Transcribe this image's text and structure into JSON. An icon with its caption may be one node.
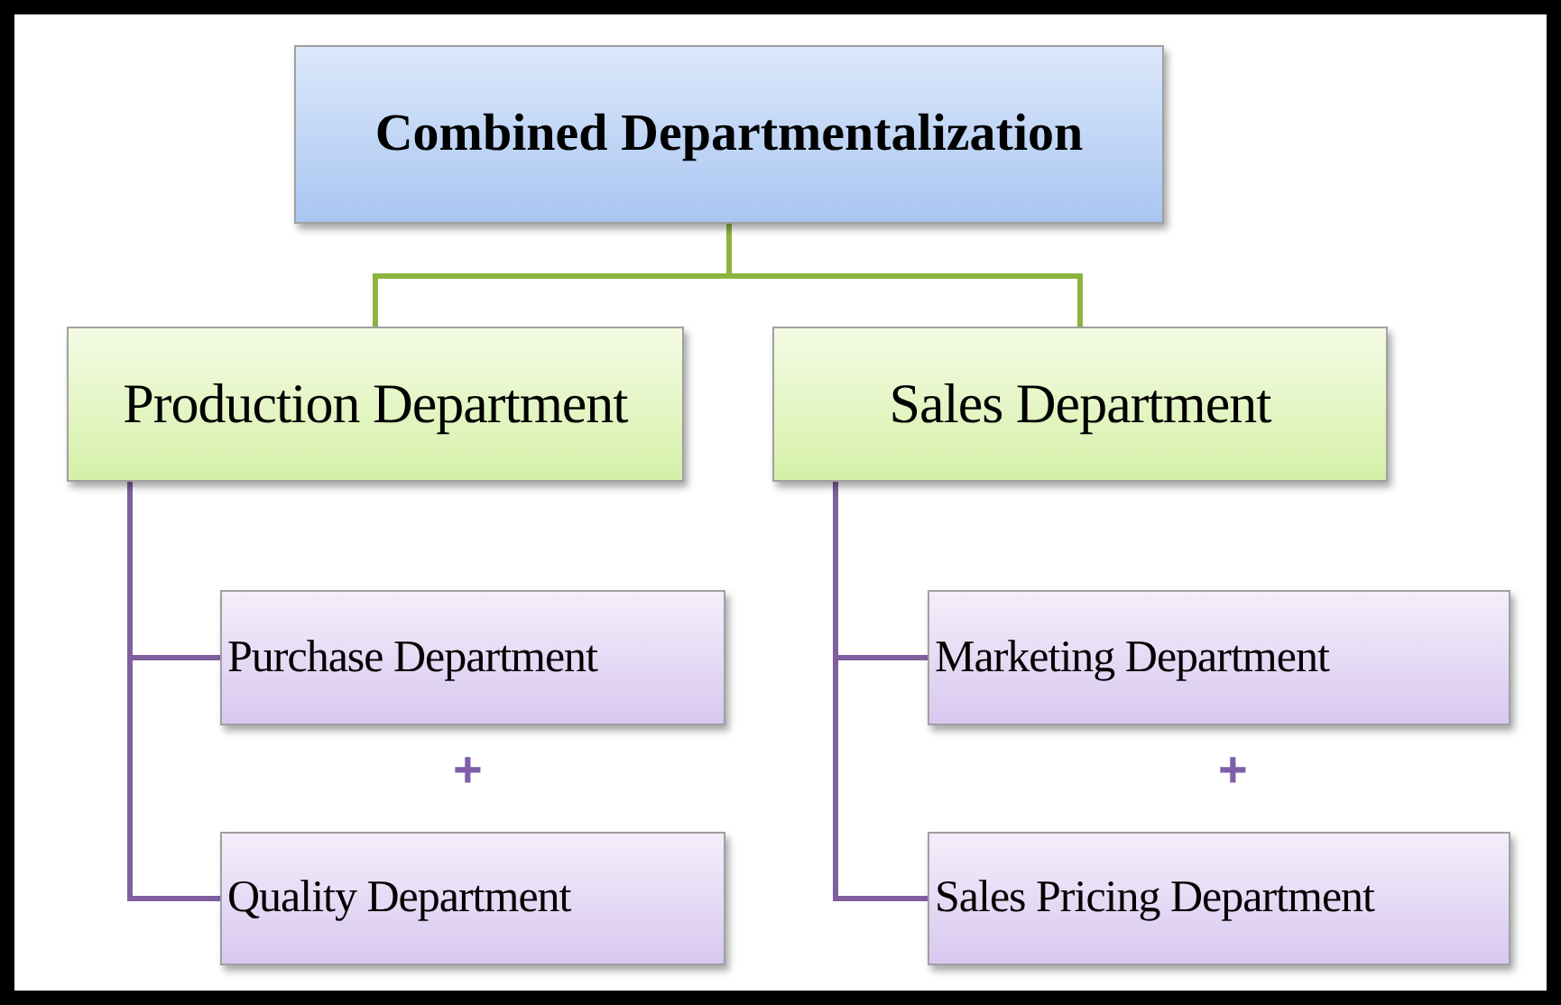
{
  "diagram": {
    "nodes": [
      {
        "text": [
          "Combined Departmentalization"
        ]
      },
      {
        "text": [
          "Production Department"
        ]
      },
      {
        "text": [
          "Sales Department"
        ]
      },
      {
        "text": [
          "Purchase Department"
        ]
      },
      {
        "text": [
          "Quality Department"
        ]
      },
      {
        "text": [
          "Marketing Department"
        ]
      },
      {
        "text": [
          "Sales Pricing Department"
        ]
      }
    ],
    "edges": [
      {
        "from": 0,
        "to": 1,
        "arrow": "none",
        "color": "#8db33f"
      },
      {
        "from": 0,
        "to": 2,
        "arrow": "none",
        "color": "#8db33f"
      },
      {
        "from": 1,
        "to": 3,
        "arrow": "none"
      },
      {
        "from": 1,
        "to": 4,
        "arrow": "none"
      },
      {
        "from": 2,
        "to": 5,
        "arrow": "none"
      },
      {
        "from": 2,
        "to": 6,
        "arrow": "none"
      }
    ],
    "labels": [
      "+",
      "+"
    ]
  }
}
